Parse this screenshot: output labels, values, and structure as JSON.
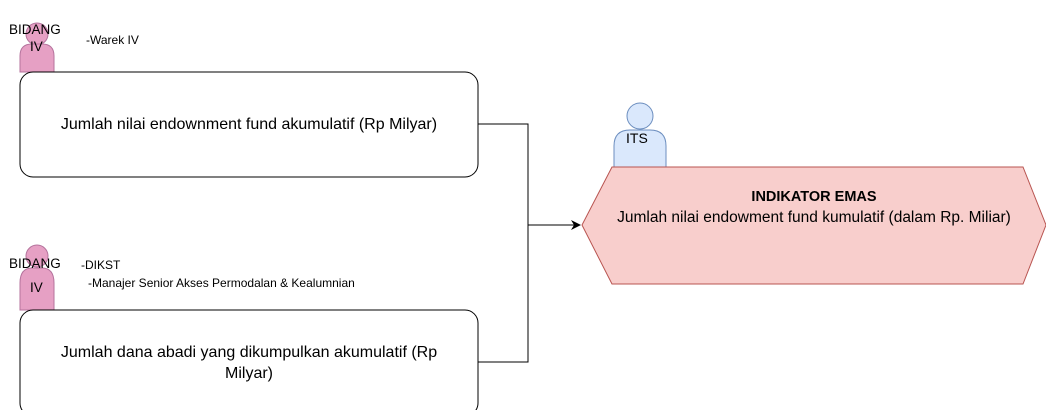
{
  "top_group": {
    "actor_label_line1": "BIDANG",
    "actor_label_line2": "IV",
    "roles": [
      "-Warek IV"
    ],
    "box_text": "Jumlah nilai endownment fund akumulatif (Rp Milyar)"
  },
  "bottom_group": {
    "actor_label_line1": "BIDANG",
    "actor_label_line2": "IV",
    "roles": [
      "-DIKST",
      "-Manajer Senior Akses Permodalan & Kealumnian"
    ],
    "box_text": "Jumlah dana abadi yang dikumpulkan akumulatif (Rp Milyar)"
  },
  "target": {
    "actor_label": "ITS",
    "title": "INDIKATOR EMAS",
    "body": "Jumlah nilai endowment fund kumulatif (dalam Rp. Miliar)"
  },
  "colors": {
    "pink_actor_fill": "#e6a0c4",
    "pink_actor_stroke": "#b5739d",
    "blue_actor_fill": "#dae8fc",
    "blue_actor_stroke": "#6c8ebf",
    "target_fill": "#f8cecc",
    "target_stroke": "#b85450"
  }
}
